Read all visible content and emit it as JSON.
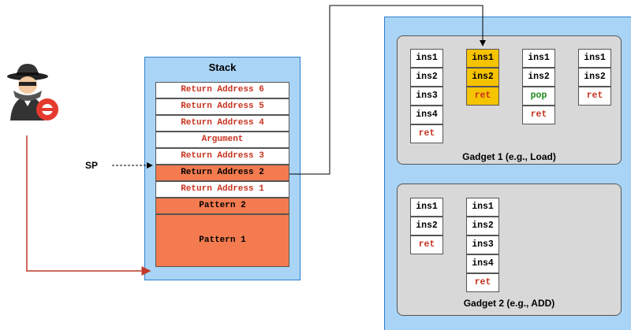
{
  "stack": {
    "title": "Stack",
    "slots": [
      "Return Address 6",
      "Return Address 5",
      "Return Address 4",
      "Argument",
      "Return Address 3",
      "Return Address 2",
      "Return Address 1",
      "Pattern 2",
      "Pattern 1"
    ]
  },
  "sp_label": "SP",
  "gadget1": {
    "title": "Gadget 1 (e.g., Load)",
    "columns": [
      [
        "ins1",
        "ins2",
        "ins3",
        "ins4",
        "ret"
      ],
      [
        "ins1",
        "ins2",
        "ret"
      ],
      [
        "ins1",
        "ins2",
        "pop",
        "ret"
      ],
      [
        "ins1",
        "ins2",
        "ret"
      ]
    ]
  },
  "gadget2": {
    "title": "Gadget 2 (e.g., ADD)",
    "columns": [
      [
        "ins1",
        "ins2",
        "ret"
      ],
      [
        "ins1",
        "ins2",
        "ins3",
        "ins4",
        "ret"
      ]
    ]
  },
  "colors": {
    "stack_bg": "#aad4f5",
    "highlight_orange": "#f47b50",
    "highlight_yellow": "#f6c300",
    "red_text": "#c8321e",
    "green_text": "#1b8a1b",
    "arrow_red": "#c0392b"
  },
  "icons": {
    "attacker": "spy-hacker-icon"
  }
}
